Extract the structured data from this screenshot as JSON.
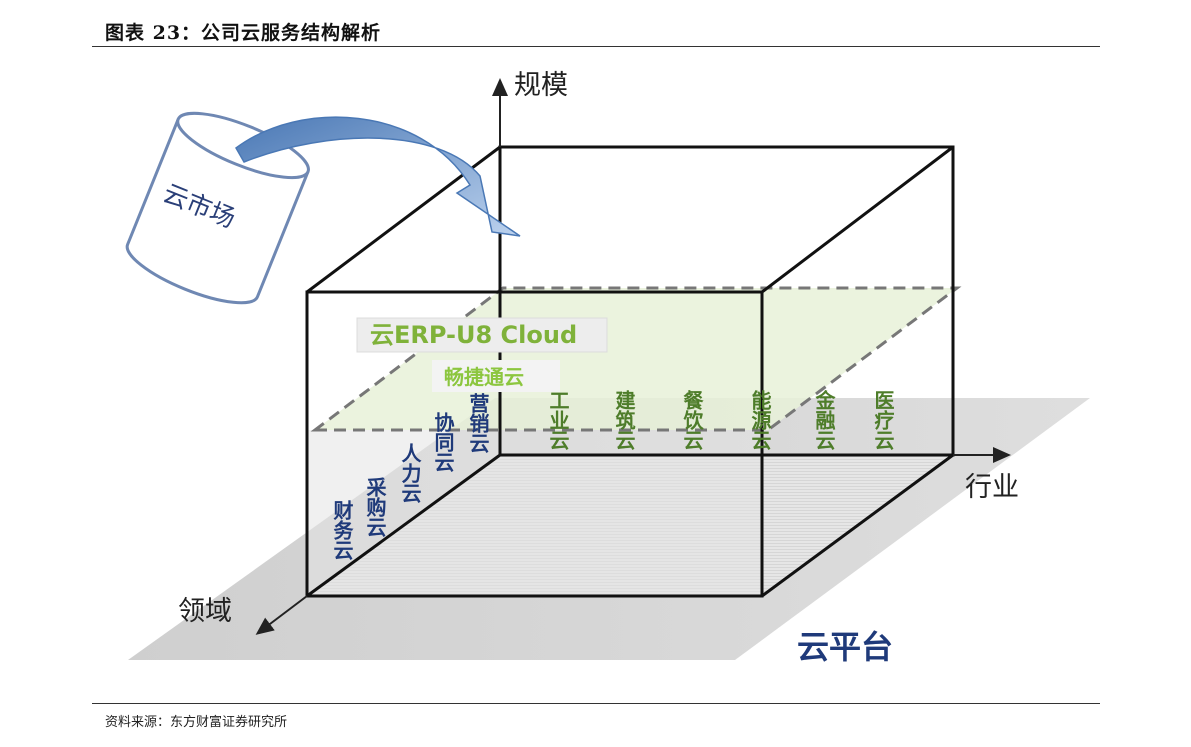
{
  "header": {
    "title": "图表 23：公司云服务结构解析"
  },
  "footer": {
    "source": "资料来源：东方财富证券研究所"
  },
  "diagram": {
    "axes": {
      "vertical": "规模",
      "right": "行业",
      "left": "领域"
    },
    "market_label": "云市场",
    "platform_label": "云平台",
    "erp_label": "云ERP-U8 Cloud",
    "changjie_label": "畅捷通云",
    "domain_clouds": [
      "财务云",
      "采购云",
      "人力云",
      "协同云",
      "营销云"
    ],
    "industry_clouds": [
      "工业云",
      "建筑云",
      "餐饮云",
      "能源云",
      "金融云",
      "医疗云"
    ],
    "colors": {
      "domain_text": "#1f3a7a",
      "industry_text": "#4e7d2a",
      "erp_text": "#7fb23a",
      "changjie_text": "#8cc63f",
      "platform_text": "#1f3a7a",
      "arrow": "#5b8ac6",
      "floor": "#d4d4d4",
      "mid_plane": "#e8f1d8"
    }
  }
}
